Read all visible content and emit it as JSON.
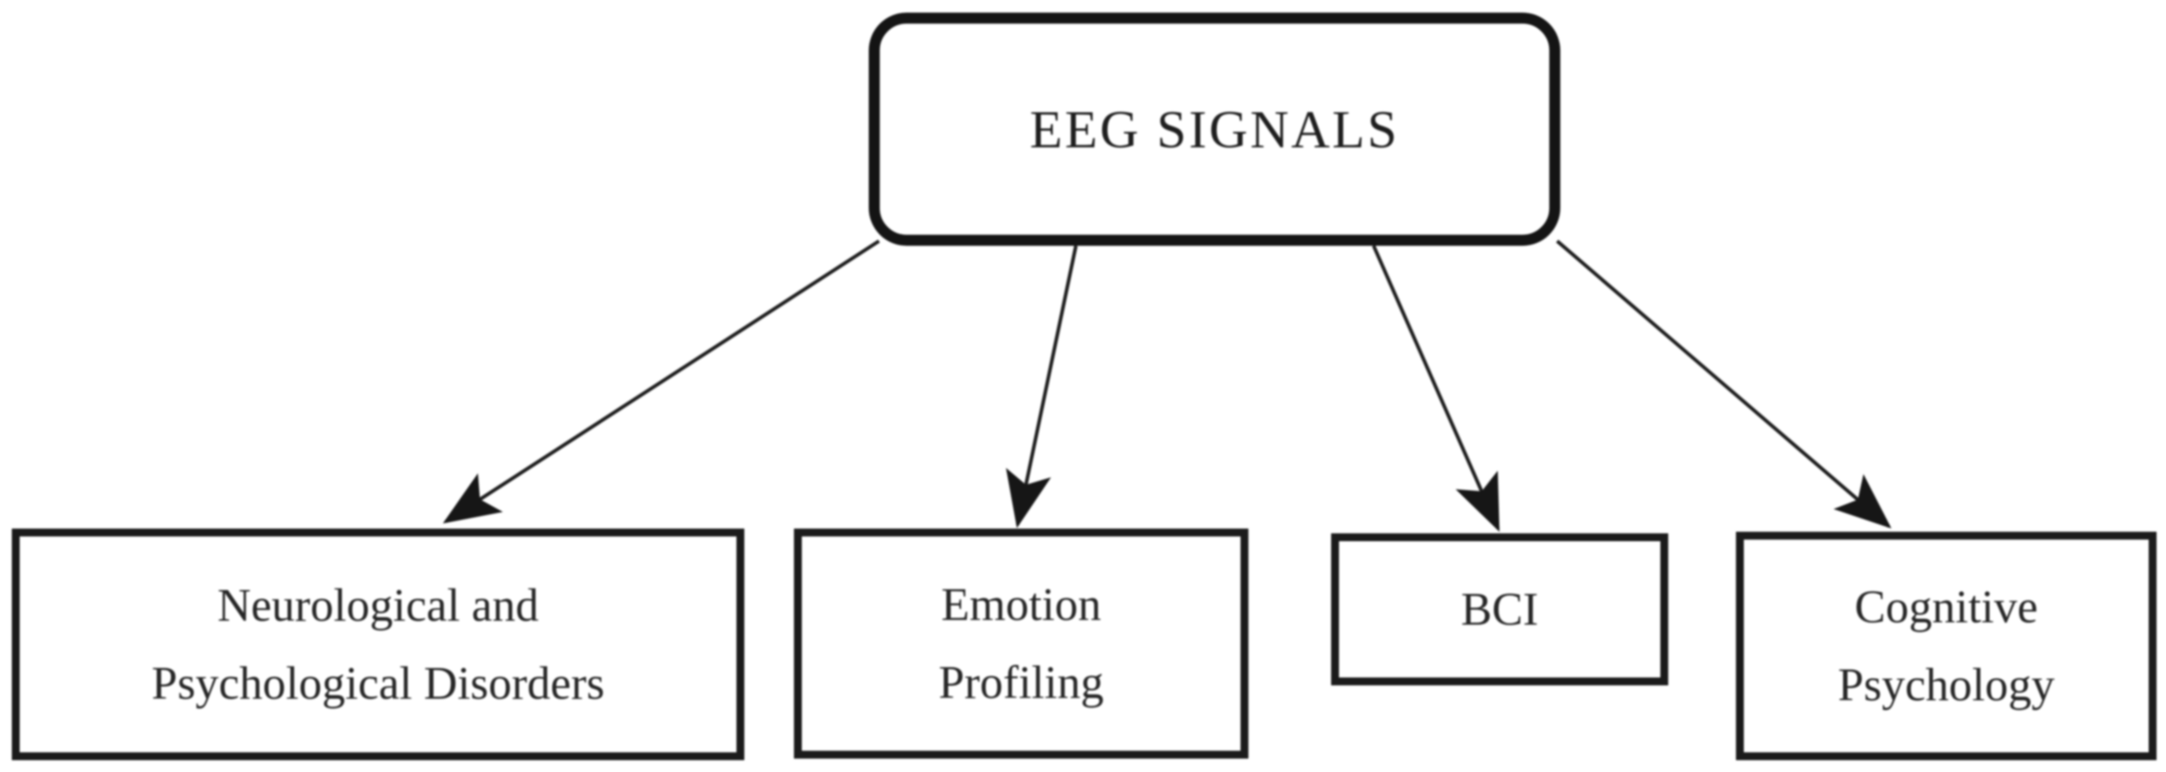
{
  "colors": {
    "ink": "#1a1a1a",
    "box_border": "#1b1b1b",
    "background": "#ffffff"
  },
  "diagram": {
    "root": {
      "label": "EEG SIGNALS"
    },
    "branches": [
      {
        "label": "Neurological and\nPsychological Disorders"
      },
      {
        "label": "Emotion\nProfiling"
      },
      {
        "label": "BCI"
      },
      {
        "label": "Cognitive\nPsychology"
      }
    ],
    "edges": [
      {
        "from": "EEG SIGNALS",
        "to": "Neurological and Psychological Disorders"
      },
      {
        "from": "EEG SIGNALS",
        "to": "Emotion Profiling"
      },
      {
        "from": "EEG SIGNALS",
        "to": "BCI"
      },
      {
        "from": "EEG SIGNALS",
        "to": "Cognitive Psychology"
      }
    ]
  }
}
